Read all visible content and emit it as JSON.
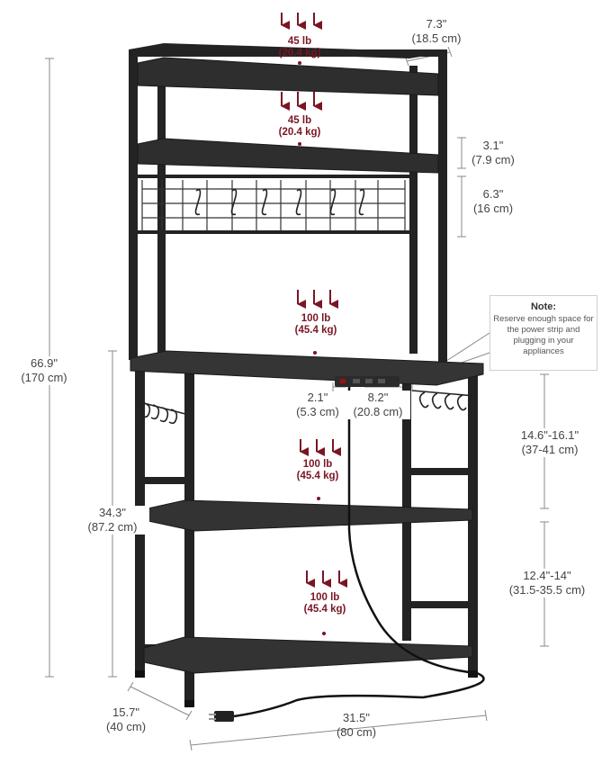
{
  "dimensions": {
    "shelf_depth": [
      "7.3\"",
      "(18.5 cm)"
    ],
    "top_gap": [
      "3.1\"",
      "(7.9 cm)"
    ],
    "hook_panel": [
      "6.3\"",
      "(16 cm)"
    ],
    "total_height": [
      "66.9\"",
      "(170 cm)"
    ],
    "outlet_offset": [
      "2.1\"",
      "(5.3 cm)"
    ],
    "outlet_width": [
      "8.2\"",
      "(20.8 cm)"
    ],
    "upper_gap": [
      "14.6\"-16.1\"",
      "(37-41 cm)"
    ],
    "lower_gap": [
      "12.4\"-14\"",
      "(31.5-35.5 cm)"
    ],
    "table_height": [
      "34.3\"",
      "(87.2 cm)"
    ],
    "depth": [
      "15.7\"",
      "(40 cm)"
    ],
    "width": [
      "31.5\"",
      "(80 cm)"
    ]
  },
  "loads": [
    {
      "lb": "45 lb",
      "kg": "(20.4 kg)"
    },
    {
      "lb": "45 lb",
      "kg": "(20.4 kg)"
    },
    {
      "lb": "100 lb",
      "kg": "(45.4 kg)"
    },
    {
      "lb": "100 lb",
      "kg": "(45.4 kg)"
    },
    {
      "lb": "100 lb",
      "kg": "(45.4 kg)"
    }
  ],
  "note": {
    "title": "Note:",
    "body": "Reserve enough space for the power strip and plugging in your appliances"
  },
  "colors": {
    "frame": "#232323",
    "board": "#2e2e2e",
    "arrow": "#7a1524",
    "dim_line": "#8a8a8a"
  }
}
